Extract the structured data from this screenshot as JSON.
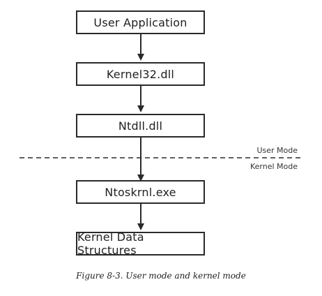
{
  "diagram": {
    "boxes": [
      {
        "label": "User Application"
      },
      {
        "label": "Kernel32.dll"
      },
      {
        "label": "Ntdll.dll"
      },
      {
        "label": "Ntoskrnl.exe"
      },
      {
        "label": "Kernel Data Structures"
      }
    ],
    "boundary": {
      "upper_label": "User Mode",
      "lower_label": "Kernel Mode"
    },
    "caption": "Figure 8-3. User mode and kernel mode",
    "colors": {
      "stroke": "#2a2a2a",
      "background": "#ffffff"
    }
  }
}
